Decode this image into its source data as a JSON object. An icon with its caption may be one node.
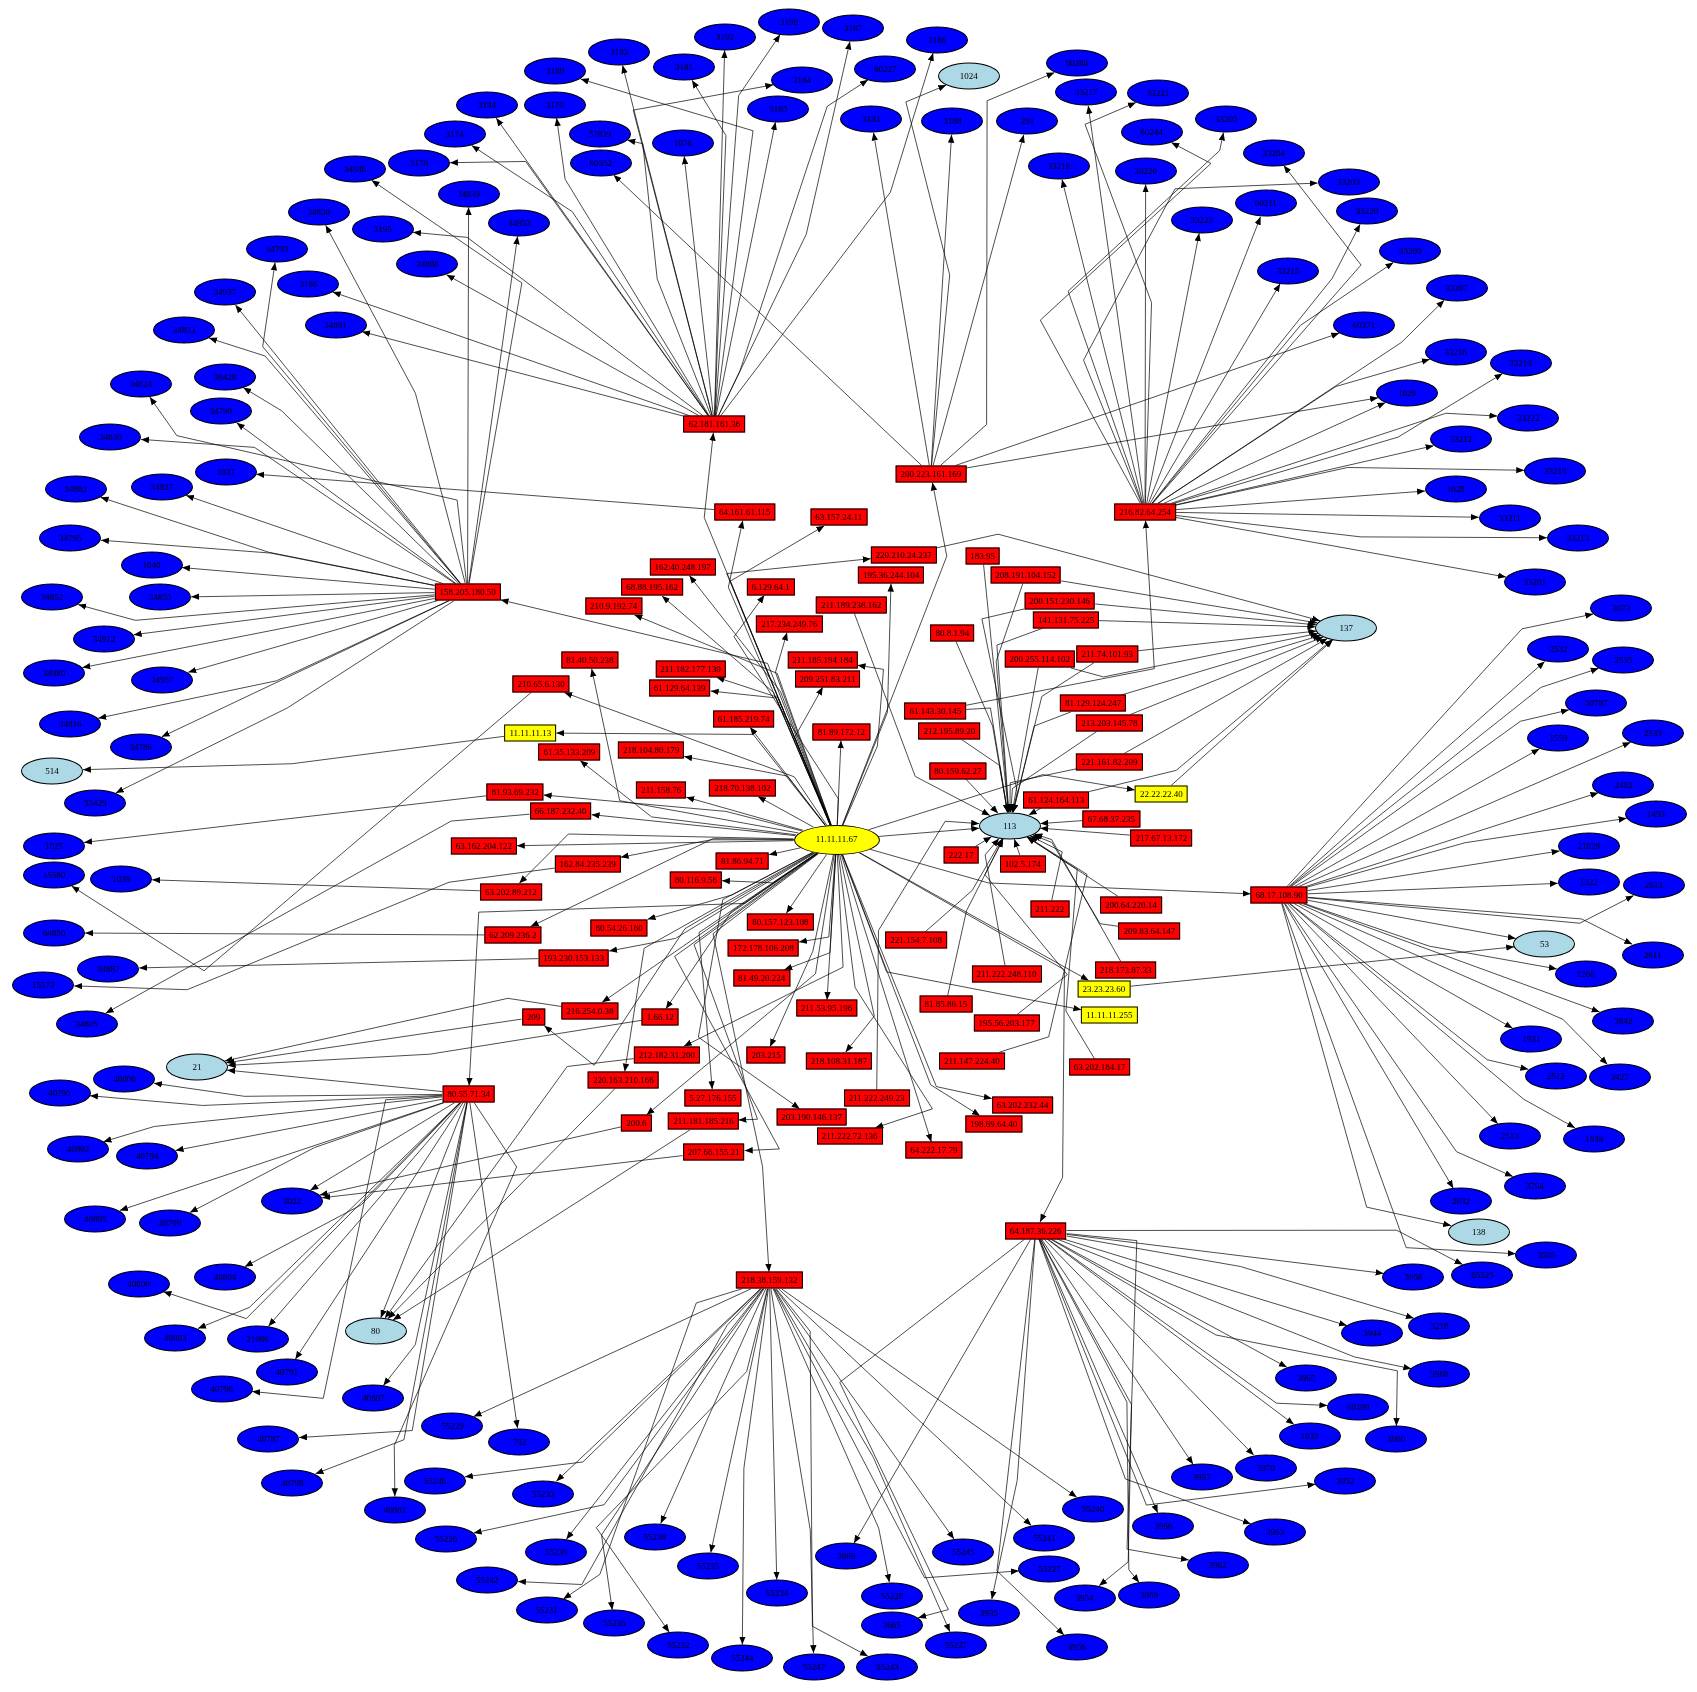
{
  "diagram": {
    "nodes": [
      {
        "text": [
          "11.11.11.67"
        ]
      },
      {
        "text": [
          "113"
        ]
      },
      {
        "text": [
          "137"
        ]
      },
      {
        "text": [
          "62.181.161.36"
        ]
      },
      {
        "text": [
          "200.223.161.169"
        ]
      },
      {
        "text": [
          "216.82.64.254"
        ]
      },
      {
        "text": [
          "64.161.61.115"
        ]
      },
      {
        "text": [
          "63.157.24.11"
        ]
      },
      {
        "text": [
          "162.40.248.197"
        ]
      },
      {
        "text": [
          "220.210.24.237"
        ]
      },
      {
        "text": [
          "183.95"
        ]
      },
      {
        "text": [
          "68.88.195.162"
        ]
      },
      {
        "text": [
          "6.129.64.1"
        ]
      },
      {
        "text": [
          "208.191.104.152"
        ]
      },
      {
        "text": [
          "158.205.180.50"
        ]
      },
      {
        "text": [
          "210.9.192.74"
        ]
      },
      {
        "text": [
          "195.36.244.104"
        ]
      },
      {
        "text": [
          "200.151.230.146"
        ]
      },
      {
        "text": [
          "211.189.238.162"
        ]
      },
      {
        "text": [
          "141.131.75.225"
        ]
      },
      {
        "text": [
          "217.234.249.76"
        ]
      },
      {
        "text": [
          "80.8.1.94"
        ]
      },
      {
        "text": [
          "211.182.177.130"
        ]
      },
      {
        "text": [
          "211.185.194.184"
        ]
      },
      {
        "text": [
          "81.40.50.238"
        ]
      },
      {
        "text": [
          "211.74.101.93"
        ]
      },
      {
        "text": [
          "200.255.114.102"
        ]
      },
      {
        "text": [
          "210.65.6.130"
        ]
      },
      {
        "text": [
          "61.129.64.139"
        ]
      },
      {
        "text": [
          "209.251.83.211"
        ]
      },
      {
        "text": [
          "61.143.30.145"
        ]
      },
      {
        "text": [
          "81.129.124.247"
        ]
      },
      {
        "text": [
          "212.195.89.20"
        ]
      },
      {
        "text": [
          "213.203.145.78"
        ]
      },
      {
        "text": [
          "61.185.219.74"
        ]
      },
      {
        "text": [
          "11.11.11.13"
        ]
      },
      {
        "text": [
          "218.104.80.179"
        ]
      },
      {
        "text": [
          "61.35.133.209"
        ]
      },
      {
        "text": [
          "81.89.172.12"
        ]
      },
      {
        "text": [
          "221.161.82.209"
        ]
      },
      {
        "text": [
          "80.159.62.27"
        ]
      },
      {
        "text": [
          "211.158.76"
        ]
      },
      {
        "text": [
          "218.70.138.102"
        ]
      },
      {
        "text": [
          "81.93.69.232"
        ]
      },
      {
        "text": [
          "61.124.164.113"
        ]
      },
      {
        "text": [
          "22.22.22.40"
        ]
      },
      {
        "text": [
          "66.187.232.40"
        ]
      },
      {
        "text": [
          "67.68.37.235"
        ]
      },
      {
        "text": [
          "217.67.13.172"
        ]
      },
      {
        "text": [
          "63.162.204.122"
        ]
      },
      {
        "text": [
          "162.84.235.239"
        ]
      },
      {
        "text": [
          "81.86.94.71"
        ]
      },
      {
        "text": [
          "80.116.9.56"
        ]
      },
      {
        "text": [
          "63.202.89.212"
        ]
      },
      {
        "text": [
          "222.17"
        ]
      },
      {
        "text": [
          "102.5.174"
        ]
      },
      {
        "text": [
          "68.17.108.90"
        ]
      },
      {
        "text": [
          "211.222"
        ]
      },
      {
        "text": [
          "200.64.220.14"
        ]
      },
      {
        "text": [
          "209.83.64.147"
        ]
      },
      {
        "text": [
          "62.209.236.2"
        ]
      },
      {
        "text": [
          "80.54.26.160"
        ]
      },
      {
        "text": [
          "80.157.123.108"
        ]
      },
      {
        "text": [
          "172.178.106.208"
        ]
      },
      {
        "text": [
          "221.154.7.108"
        ]
      },
      {
        "text": [
          "193.230.153.133"
        ]
      },
      {
        "text": [
          "218.173.87.33"
        ]
      },
      {
        "text": [
          "211.222.248.110"
        ]
      },
      {
        "text": [
          "23.23.23.60"
        ]
      },
      {
        "text": [
          "11.11.11.255"
        ]
      },
      {
        "text": [
          "81.49.20.224"
        ]
      },
      {
        "text": [
          "211.53.95.196"
        ]
      },
      {
        "text": [
          "81.85.86.15"
        ]
      },
      {
        "text": [
          "195.56.203.177"
        ]
      },
      {
        "text": [
          "216.254.0.38"
        ]
      },
      {
        "text": [
          "209"
        ]
      },
      {
        "text": [
          "1.66.12"
        ]
      },
      {
        "text": [
          "212.182.31.200"
        ]
      },
      {
        "text": [
          "203.215"
        ]
      },
      {
        "text": [
          "218.108.31.187"
        ]
      },
      {
        "text": [
          "211.147.224.40"
        ]
      },
      {
        "text": [
          "63.202.184.17"
        ]
      },
      {
        "text": [
          "80.55.71.34"
        ]
      },
      {
        "text": [
          "220.163.210.166"
        ]
      },
      {
        "text": [
          "5.27.176.155"
        ]
      },
      {
        "text": [
          "211.222.249.23"
        ]
      },
      {
        "text": [
          "63.202.232.44"
        ]
      },
      {
        "text": [
          "203.190.146.137"
        ]
      },
      {
        "text": [
          "211.181.185.216"
        ]
      },
      {
        "text": [
          "200.6"
        ]
      },
      {
        "text": [
          "198.69.64.40"
        ]
      },
      {
        "text": [
          "211.222.72.136"
        ]
      },
      {
        "text": [
          "207.66.155.21"
        ]
      },
      {
        "text": [
          "64.222.17.79"
        ]
      },
      {
        "text": [
          "64.187.36.226"
        ]
      },
      {
        "text": [
          "218.38.159.132"
        ]
      },
      {
        "text": [
          "1024"
        ]
      },
      {
        "text": [
          "514"
        ]
      },
      {
        "text": [
          "21"
        ]
      },
      {
        "text": [
          "80"
        ]
      },
      {
        "text": [
          "53"
        ]
      },
      {
        "text": [
          "138"
        ]
      },
      {
        "text": [
          "3190"
        ]
      },
      {
        "text": [
          "3187"
        ]
      },
      {
        "text": [
          "3192"
        ]
      },
      {
        "text": [
          "3183"
        ]
      },
      {
        "text": [
          "3181"
        ]
      },
      {
        "text": [
          "3189"
        ]
      },
      {
        "text": [
          "3184"
        ]
      },
      {
        "text": [
          "3170"
        ]
      },
      {
        "text": [
          "3194"
        ]
      },
      {
        "text": [
          "3185"
        ]
      },
      {
        "text": [
          "3181"
        ]
      },
      {
        "text": [
          "57839"
        ]
      },
      {
        "text": [
          "3174"
        ]
      },
      {
        "text": [
          "1076"
        ]
      },
      {
        "text": [
          "60352"
        ]
      },
      {
        "text": [
          "3176"
        ]
      },
      {
        "text": [
          "3195"
        ]
      },
      {
        "text": [
          "3186"
        ]
      },
      {
        "text": [
          "3188"
        ]
      },
      {
        "text": [
          "291"
        ]
      },
      {
        "text": [
          "60227"
        ]
      },
      {
        "text": [
          "3186"
        ]
      },
      {
        "text": [
          "60286"
        ]
      },
      {
        "text": [
          "34846"
        ]
      },
      {
        "text": [
          "34839"
        ]
      },
      {
        "text": [
          "34953"
        ]
      },
      {
        "text": [
          "34830"
        ]
      },
      {
        "text": [
          "34808"
        ]
      },
      {
        "text": [
          "34793"
        ]
      },
      {
        "text": [
          "34891"
        ]
      },
      {
        "text": [
          "34937"
        ]
      },
      {
        "text": [
          "34833"
        ]
      },
      {
        "text": [
          "38428"
        ]
      },
      {
        "text": [
          "34799"
        ]
      },
      {
        "text": [
          "34824"
        ]
      },
      {
        "text": [
          "34830"
        ]
      },
      {
        "text": [
          "1037"
        ]
      },
      {
        "text": [
          "34827"
        ]
      },
      {
        "text": [
          "34802"
        ]
      },
      {
        "text": [
          "34795"
        ]
      },
      {
        "text": [
          "1040"
        ]
      },
      {
        "text": [
          "34855"
        ]
      },
      {
        "text": [
          "34852"
        ]
      },
      {
        "text": [
          "34912"
        ]
      },
      {
        "text": [
          "34957"
        ]
      },
      {
        "text": [
          "34980"
        ]
      },
      {
        "text": [
          "34816"
        ]
      },
      {
        "text": [
          "34786"
        ]
      },
      {
        "text": [
          "55429"
        ]
      },
      {
        "text": [
          "1025"
        ]
      },
      {
        "text": [
          "15580"
        ]
      },
      {
        "text": [
          "1039"
        ]
      },
      {
        "text": [
          "64850"
        ]
      },
      {
        "text": [
          "34887"
        ]
      },
      {
        "text": [
          "15573"
        ]
      },
      {
        "text": [
          "34805"
        ]
      },
      {
        "text": [
          "40806"
        ]
      },
      {
        "text": [
          "40795"
        ]
      },
      {
        "text": [
          "40802"
        ]
      },
      {
        "text": [
          "40794"
        ]
      },
      {
        "text": [
          "40805"
        ]
      },
      {
        "text": [
          "40799"
        ]
      },
      {
        "text": [
          "3022"
        ]
      },
      {
        "text": [
          "40800"
        ]
      },
      {
        "text": [
          "40804"
        ]
      },
      {
        "text": [
          "40803"
        ]
      },
      {
        "text": [
          "21086"
        ]
      },
      {
        "text": [
          "40796"
        ]
      },
      {
        "text": [
          "40791"
        ]
      },
      {
        "text": [
          "40787"
        ]
      },
      {
        "text": [
          "40807"
        ]
      },
      {
        "text": [
          "40798"
        ]
      },
      {
        "text": [
          "40801"
        ]
      },
      {
        "text": [
          "792"
        ]
      },
      {
        "text": [
          "55229"
        ]
      },
      {
        "text": [
          "55246"
        ]
      },
      {
        "text": [
          "55233"
        ]
      },
      {
        "text": [
          "55226"
        ]
      },
      {
        "text": [
          "55239"
        ]
      },
      {
        "text": [
          "55238"
        ]
      },
      {
        "text": [
          "55242"
        ]
      },
      {
        "text": [
          "55235"
        ]
      },
      {
        "text": [
          "55231"
        ]
      },
      {
        "text": [
          "55236"
        ]
      },
      {
        "text": [
          "55232"
        ]
      },
      {
        "text": [
          "55244"
        ]
      },
      {
        "text": [
          "55234"
        ]
      },
      {
        "text": [
          "55247"
        ]
      },
      {
        "text": [
          "55243"
        ]
      },
      {
        "text": [
          "55228"
        ]
      },
      {
        "text": [
          "55237"
        ]
      },
      {
        "text": [
          "55245"
        ]
      },
      {
        "text": [
          "55227"
        ]
      },
      {
        "text": [
          "55241"
        ]
      },
      {
        "text": [
          "55240"
        ]
      },
      {
        "text": [
          "3669"
        ]
      },
      {
        "text": [
          "3665"
        ]
      },
      {
        "text": [
          "3935"
        ]
      },
      {
        "text": [
          "3956"
        ]
      },
      {
        "text": [
          "3954"
        ]
      },
      {
        "text": [
          "3959"
        ]
      },
      {
        "text": [
          "3966"
        ]
      },
      {
        "text": [
          "3962"
        ]
      },
      {
        "text": [
          "3957"
        ]
      },
      {
        "text": [
          "3963"
        ]
      },
      {
        "text": [
          "3970"
        ]
      },
      {
        "text": [
          "1033"
        ]
      },
      {
        "text": [
          "3952"
        ]
      },
      {
        "text": [
          "3960"
        ]
      },
      {
        "text": [
          "3965"
        ]
      },
      {
        "text": [
          "60109"
        ]
      },
      {
        "text": [
          "3968"
        ]
      },
      {
        "text": [
          "3944"
        ]
      },
      {
        "text": [
          "3218"
        ]
      },
      {
        "text": [
          "3956"
        ]
      },
      {
        "text": [
          "65525"
        ]
      },
      {
        "text": [
          "3505"
        ]
      },
      {
        "text": [
          "2032"
        ]
      },
      {
        "text": [
          "3794"
        ]
      },
      {
        "text": [
          "2513"
        ]
      },
      {
        "text": [
          "1938"
        ]
      },
      {
        "text": [
          "1931"
        ]
      },
      {
        "text": [
          "2512"
        ]
      },
      {
        "text": [
          "2427"
        ]
      },
      {
        "text": [
          "3842"
        ]
      },
      {
        "text": [
          "1266"
        ]
      },
      {
        "text": [
          "2611"
        ]
      },
      {
        "text": [
          "1322"
        ]
      },
      {
        "text": [
          "2613"
        ]
      },
      {
        "text": [
          "21028"
        ]
      },
      {
        "text": [
          "1459"
        ]
      },
      {
        "text": [
          "2492"
        ]
      },
      {
        "text": [
          "2533"
        ]
      },
      {
        "text": [
          "1559"
        ]
      },
      {
        "text": [
          "50787"
        ]
      },
      {
        "text": [
          "2535"
        ]
      },
      {
        "text": [
          "2532"
        ]
      },
      {
        "text": [
          "3073"
        ]
      },
      {
        "text": [
          "33201"
        ]
      },
      {
        "text": [
          "33213"
        ]
      },
      {
        "text": [
          "33211"
        ]
      },
      {
        "text": [
          "1028"
        ]
      },
      {
        "text": [
          "33219"
        ]
      },
      {
        "text": [
          "33212"
        ]
      },
      {
        "text": [
          "33222"
        ]
      },
      {
        "text": [
          "1029"
        ]
      },
      {
        "text": [
          "33216"
        ]
      },
      {
        "text": [
          "33210"
        ]
      },
      {
        "text": [
          "33207"
        ]
      },
      {
        "text": [
          "60371"
        ]
      },
      {
        "text": [
          "33209"
        ]
      },
      {
        "text": [
          "33215"
        ]
      },
      {
        "text": [
          "33220"
        ]
      },
      {
        "text": [
          "33223"
        ]
      },
      {
        "text": [
          "60211"
        ]
      },
      {
        "text": [
          "33203"
        ]
      },
      {
        "text": [
          "33204"
        ]
      },
      {
        "text": [
          "33205"
        ]
      },
      {
        "text": [
          "33221"
        ]
      },
      {
        "text": [
          "33217"
        ]
      },
      {
        "text": [
          "60244"
        ]
      },
      {
        "text": [
          "33218"
        ]
      },
      {
        "text": [
          "33220"
        ]
      }
    ],
    "edges": [
      {
        "from": 0,
        "to": 3,
        "arrow": "to"
      },
      {
        "from": 0,
        "to": 4,
        "arrow": "to"
      },
      {
        "from": 0,
        "to": 6,
        "arrow": "to"
      },
      {
        "from": 0,
        "to": 7,
        "arrow": "to"
      },
      {
        "from": 0,
        "to": 8,
        "arrow": "to"
      },
      {
        "from": 0,
        "to": 9,
        "arrow": "to"
      },
      {
        "from": 0,
        "to": 11,
        "arrow": "to"
      },
      {
        "from": 0,
        "to": 12,
        "arrow": "to"
      },
      {
        "from": 0,
        "to": 14,
        "arrow": "to"
      },
      {
        "from": 0,
        "to": 15,
        "arrow": "to"
      },
      {
        "from": 0,
        "to": 16,
        "arrow": "to"
      },
      {
        "from": 0,
        "to": 20,
        "arrow": "to"
      },
      {
        "from": 0,
        "to": 22,
        "arrow": "to"
      },
      {
        "from": 0,
        "to": 23,
        "arrow": "to"
      },
      {
        "from": 0,
        "to": 24,
        "arrow": "to"
      },
      {
        "from": 0,
        "to": 27,
        "arrow": "to"
      },
      {
        "from": 0,
        "to": 28,
        "arrow": "to"
      },
      {
        "from": 0,
        "to": 29,
        "arrow": "to"
      },
      {
        "from": 0,
        "to": 34,
        "arrow": "to"
      },
      {
        "from": 0,
        "to": 35,
        "arrow": "to"
      },
      {
        "from": 0,
        "to": 36,
        "arrow": "to"
      },
      {
        "from": 0,
        "to": 37,
        "arrow": "to"
      },
      {
        "from": 0,
        "to": 38,
        "arrow": "to"
      },
      {
        "from": 0,
        "to": 41,
        "arrow": "to"
      },
      {
        "from": 0,
        "to": 42,
        "arrow": "to"
      },
      {
        "from": 0,
        "to": 43,
        "arrow": "to"
      },
      {
        "from": 0,
        "to": 45,
        "arrow": "to"
      },
      {
        "from": 0,
        "to": 46,
        "arrow": "to"
      },
      {
        "from": 0,
        "to": 49,
        "arrow": "to"
      },
      {
        "from": 0,
        "to": 50,
        "arrow": "to"
      },
      {
        "from": 0,
        "to": 51,
        "arrow": "to"
      },
      {
        "from": 0,
        "to": 52,
        "arrow": "to"
      },
      {
        "from": 0,
        "to": 53,
        "arrow": "to"
      },
      {
        "from": 0,
        "to": 56,
        "arrow": "to"
      },
      {
        "from": 0,
        "to": 60,
        "arrow": "to"
      },
      {
        "from": 0,
        "to": 61,
        "arrow": "to"
      },
      {
        "from": 0,
        "to": 62,
        "arrow": "to"
      },
      {
        "from": 0,
        "to": 63,
        "arrow": "to"
      },
      {
        "from": 0,
        "to": 65,
        "arrow": "to"
      },
      {
        "from": 0,
        "to": 68,
        "arrow": "to"
      },
      {
        "from": 0,
        "to": 69,
        "arrow": "to"
      },
      {
        "from": 0,
        "to": 70,
        "arrow": "to"
      },
      {
        "from": 0,
        "to": 71,
        "arrow": "to"
      },
      {
        "from": 0,
        "to": 74,
        "arrow": "to"
      },
      {
        "from": 0,
        "to": 75,
        "arrow": "to"
      },
      {
        "from": 0,
        "to": 76,
        "arrow": "to"
      },
      {
        "from": 0,
        "to": 77,
        "arrow": "to"
      },
      {
        "from": 0,
        "to": 78,
        "arrow": "to"
      },
      {
        "from": 0,
        "to": 79,
        "arrow": "to"
      },
      {
        "from": 0,
        "to": 82,
        "arrow": "to"
      },
      {
        "from": 0,
        "to": 83,
        "arrow": "to"
      },
      {
        "from": 0,
        "to": 84,
        "arrow": "to"
      },
      {
        "from": 0,
        "to": 86,
        "arrow": "to"
      },
      {
        "from": 0,
        "to": 87,
        "arrow": "to"
      },
      {
        "from": 0,
        "to": 88,
        "arrow": "to"
      },
      {
        "from": 0,
        "to": 89,
        "arrow": "to"
      },
      {
        "from": 0,
        "to": 90,
        "arrow": "to"
      },
      {
        "from": 0,
        "to": 91,
        "arrow": "to"
      },
      {
        "from": 0,
        "to": 92,
        "arrow": "to"
      },
      {
        "from": 0,
        "to": 93,
        "arrow": "to"
      },
      {
        "from": 0,
        "to": 94,
        "arrow": "to"
      },
      {
        "from": 0,
        "to": 95,
        "arrow": "to"
      },
      {
        "from": 0,
        "to": 1,
        "arrow": "to"
      },
      {
        "from": 10,
        "to": 1,
        "arrow": "to"
      },
      {
        "from": 13,
        "to": 1,
        "arrow": "to"
      },
      {
        "from": 17,
        "to": 1,
        "arrow": "to"
      },
      {
        "from": 18,
        "to": 1,
        "arrow": "to"
      },
      {
        "from": 19,
        "to": 1,
        "arrow": "to"
      },
      {
        "from": 21,
        "to": 1,
        "arrow": "to"
      },
      {
        "from": 25,
        "to": 1,
        "arrow": "to"
      },
      {
        "from": 26,
        "to": 1,
        "arrow": "to"
      },
      {
        "from": 30,
        "to": 1,
        "arrow": "to"
      },
      {
        "from": 31,
        "to": 1,
        "arrow": "to"
      },
      {
        "from": 32,
        "to": 1,
        "arrow": "to"
      },
      {
        "from": 33,
        "to": 1,
        "arrow": "to"
      },
      {
        "from": 39,
        "to": 1,
        "arrow": "to"
      },
      {
        "from": 40,
        "to": 1,
        "arrow": "to"
      },
      {
        "from": 44,
        "to": 1,
        "arrow": "to"
      },
      {
        "from": 47,
        "to": 1,
        "arrow": "to"
      },
      {
        "from": 48,
        "to": 1,
        "arrow": "to"
      },
      {
        "from": 54,
        "to": 1,
        "arrow": "to"
      },
      {
        "from": 55,
        "to": 1,
        "arrow": "to"
      },
      {
        "from": 57,
        "to": 1,
        "arrow": "to"
      },
      {
        "from": 58,
        "to": 1,
        "arrow": "to"
      },
      {
        "from": 59,
        "to": 1,
        "arrow": "to"
      },
      {
        "from": 64,
        "to": 1,
        "arrow": "to"
      },
      {
        "from": 66,
        "to": 1,
        "arrow": "to"
      },
      {
        "from": 67,
        "to": 1,
        "arrow": "to"
      },
      {
        "from": 72,
        "to": 1,
        "arrow": "to"
      },
      {
        "from": 73,
        "to": 1,
        "arrow": "to"
      },
      {
        "from": 80,
        "to": 1,
        "arrow": "to"
      },
      {
        "from": 81,
        "to": 1,
        "arrow": "to"
      },
      {
        "from": 85,
        "to": 1,
        "arrow": "to"
      },
      {
        "from": 9,
        "to": 2,
        "arrow": "to"
      },
      {
        "from": 13,
        "to": 2,
        "arrow": "to"
      },
      {
        "from": 17,
        "to": 2,
        "arrow": "to"
      },
      {
        "from": 19,
        "to": 2,
        "arrow": "to"
      },
      {
        "from": 25,
        "to": 2,
        "arrow": "to"
      },
      {
        "from": 26,
        "to": 2,
        "arrow": "to"
      },
      {
        "from": 31,
        "to": 2,
        "arrow": "to"
      },
      {
        "from": 33,
        "to": 2,
        "arrow": "to"
      },
      {
        "from": 39,
        "to": 2,
        "arrow": "to"
      },
      {
        "from": 44,
        "to": 2,
        "arrow": "to"
      },
      {
        "from": 45,
        "to": 2,
        "arrow": "to"
      },
      {
        "from": 30,
        "to": 5,
        "arrow": "to"
      },
      {
        "from": 3,
        "to": 102,
        "arrow": "to"
      },
      {
        "from": 3,
        "to": 103,
        "arrow": "to"
      },
      {
        "from": 3,
        "to": 104,
        "arrow": "to"
      },
      {
        "from": 3,
        "to": 105,
        "arrow": "to"
      },
      {
        "from": 3,
        "to": 106,
        "arrow": "to"
      },
      {
        "from": 3,
        "to": 107,
        "arrow": "to"
      },
      {
        "from": 3,
        "to": 108,
        "arrow": "to"
      },
      {
        "from": 3,
        "to": 109,
        "arrow": "to"
      },
      {
        "from": 3,
        "to": 110,
        "arrow": "to"
      },
      {
        "from": 3,
        "to": 111,
        "arrow": "to"
      },
      {
        "from": 3,
        "to": 113,
        "arrow": "to"
      },
      {
        "from": 3,
        "to": 114,
        "arrow": "to"
      },
      {
        "from": 3,
        "to": 115,
        "arrow": "to"
      },
      {
        "from": 3,
        "to": 117,
        "arrow": "to"
      },
      {
        "from": 3,
        "to": 118,
        "arrow": "to"
      },
      {
        "from": 3,
        "to": 119,
        "arrow": "to"
      },
      {
        "from": 3,
        "to": 122,
        "arrow": "to"
      },
      {
        "from": 3,
        "to": 123,
        "arrow": "to"
      },
      {
        "from": 3,
        "to": 129,
        "arrow": "to"
      },
      {
        "from": 3,
        "to": 131,
        "arrow": "to"
      },
      {
        "from": 4,
        "to": 112,
        "arrow": "to"
      },
      {
        "from": 4,
        "to": 96,
        "arrow": "to"
      },
      {
        "from": 4,
        "to": 120,
        "arrow": "to"
      },
      {
        "from": 4,
        "to": 121,
        "arrow": "to"
      },
      {
        "from": 4,
        "to": 124,
        "arrow": "to"
      },
      {
        "from": 4,
        "to": 116,
        "arrow": "to"
      },
      {
        "from": 4,
        "to": 251,
        "arrow": "to"
      },
      {
        "from": 4,
        "to": 247,
        "arrow": "to"
      },
      {
        "from": 5,
        "to": 240,
        "arrow": "to"
      },
      {
        "from": 5,
        "to": 241,
        "arrow": "to"
      },
      {
        "from": 5,
        "to": 242,
        "arrow": "to"
      },
      {
        "from": 5,
        "to": 243,
        "arrow": "to"
      },
      {
        "from": 5,
        "to": 244,
        "arrow": "to"
      },
      {
        "from": 5,
        "to": 245,
        "arrow": "to"
      },
      {
        "from": 5,
        "to": 246,
        "arrow": "to"
      },
      {
        "from": 5,
        "to": 247,
        "arrow": "to"
      },
      {
        "from": 5,
        "to": 248,
        "arrow": "to"
      },
      {
        "from": 5,
        "to": 249,
        "arrow": "to"
      },
      {
        "from": 5,
        "to": 250,
        "arrow": "to"
      },
      {
        "from": 5,
        "to": 252,
        "arrow": "to"
      },
      {
        "from": 5,
        "to": 253,
        "arrow": "to"
      },
      {
        "from": 5,
        "to": 254,
        "arrow": "to"
      },
      {
        "from": 5,
        "to": 255,
        "arrow": "to"
      },
      {
        "from": 5,
        "to": 256,
        "arrow": "to"
      },
      {
        "from": 5,
        "to": 257,
        "arrow": "to"
      },
      {
        "from": 5,
        "to": 258,
        "arrow": "to"
      },
      {
        "from": 5,
        "to": 259,
        "arrow": "to"
      },
      {
        "from": 5,
        "to": 260,
        "arrow": "to"
      },
      {
        "from": 5,
        "to": 261,
        "arrow": "to"
      },
      {
        "from": 5,
        "to": 262,
        "arrow": "to"
      },
      {
        "from": 5,
        "to": 263,
        "arrow": "to"
      },
      {
        "from": 5,
        "to": 264,
        "arrow": "to"
      },
      {
        "from": 6,
        "to": 138,
        "arrow": "to"
      },
      {
        "from": 14,
        "to": 125,
        "arrow": "to"
      },
      {
        "from": 14,
        "to": 126,
        "arrow": "to"
      },
      {
        "from": 14,
        "to": 127,
        "arrow": "to"
      },
      {
        "from": 14,
        "to": 128,
        "arrow": "to"
      },
      {
        "from": 14,
        "to": 130,
        "arrow": "to"
      },
      {
        "from": 14,
        "to": 132,
        "arrow": "to"
      },
      {
        "from": 14,
        "to": 133,
        "arrow": "to"
      },
      {
        "from": 14,
        "to": 134,
        "arrow": "to"
      },
      {
        "from": 14,
        "to": 135,
        "arrow": "to"
      },
      {
        "from": 14,
        "to": 136,
        "arrow": "to"
      },
      {
        "from": 14,
        "to": 137,
        "arrow": "to"
      },
      {
        "from": 14,
        "to": 139,
        "arrow": "to"
      },
      {
        "from": 14,
        "to": 140,
        "arrow": "to"
      },
      {
        "from": 14,
        "to": 141,
        "arrow": "to"
      },
      {
        "from": 14,
        "to": 142,
        "arrow": "to"
      },
      {
        "from": 14,
        "to": 143,
        "arrow": "to"
      },
      {
        "from": 14,
        "to": 144,
        "arrow": "to"
      },
      {
        "from": 14,
        "to": 145,
        "arrow": "to"
      },
      {
        "from": 14,
        "to": 146,
        "arrow": "to"
      },
      {
        "from": 14,
        "to": 147,
        "arrow": "to"
      },
      {
        "from": 14,
        "to": 148,
        "arrow": "to"
      },
      {
        "from": 14,
        "to": 149,
        "arrow": "to"
      },
      {
        "from": 14,
        "to": 150,
        "arrow": "to"
      },
      {
        "from": 35,
        "to": 97,
        "arrow": "to"
      },
      {
        "from": 43,
        "to": 151,
        "arrow": "to"
      },
      {
        "from": 27,
        "to": 152,
        "arrow": "to"
      },
      {
        "from": 53,
        "to": 153,
        "arrow": "to"
      },
      {
        "from": 60,
        "to": 154,
        "arrow": "to"
      },
      {
        "from": 65,
        "to": 155,
        "arrow": "to"
      },
      {
        "from": 50,
        "to": 156,
        "arrow": "to"
      },
      {
        "from": 46,
        "to": 157,
        "arrow": "to"
      },
      {
        "from": 82,
        "to": 158,
        "arrow": "to"
      },
      {
        "from": 82,
        "to": 159,
        "arrow": "to"
      },
      {
        "from": 82,
        "to": 160,
        "arrow": "to"
      },
      {
        "from": 82,
        "to": 161,
        "arrow": "to"
      },
      {
        "from": 82,
        "to": 162,
        "arrow": "to"
      },
      {
        "from": 82,
        "to": 163,
        "arrow": "to"
      },
      {
        "from": 82,
        "to": 164,
        "arrow": "to"
      },
      {
        "from": 82,
        "to": 165,
        "arrow": "to"
      },
      {
        "from": 82,
        "to": 166,
        "arrow": "to"
      },
      {
        "from": 82,
        "to": 167,
        "arrow": "to"
      },
      {
        "from": 82,
        "to": 168,
        "arrow": "to"
      },
      {
        "from": 82,
        "to": 169,
        "arrow": "to"
      },
      {
        "from": 82,
        "to": 170,
        "arrow": "to"
      },
      {
        "from": 82,
        "to": 171,
        "arrow": "to"
      },
      {
        "from": 82,
        "to": 172,
        "arrow": "to"
      },
      {
        "from": 82,
        "to": 173,
        "arrow": "to"
      },
      {
        "from": 82,
        "to": 174,
        "arrow": "to"
      },
      {
        "from": 82,
        "to": 175,
        "arrow": "to"
      },
      {
        "from": 82,
        "to": 98,
        "arrow": "to"
      },
      {
        "from": 82,
        "to": 99,
        "arrow": "to"
      },
      {
        "from": 74,
        "to": 98,
        "arrow": "to"
      },
      {
        "from": 75,
        "to": 98,
        "arrow": "to"
      },
      {
        "from": 76,
        "to": 98,
        "arrow": "to"
      },
      {
        "from": 77,
        "to": 99,
        "arrow": "to"
      },
      {
        "from": 83,
        "to": 99,
        "arrow": "to"
      },
      {
        "from": 88,
        "to": 99,
        "arrow": "to"
      },
      {
        "from": 89,
        "to": 164,
        "arrow": "to"
      },
      {
        "from": 92,
        "to": 164,
        "arrow": "to"
      },
      {
        "from": 95,
        "to": 176,
        "arrow": "to"
      },
      {
        "from": 95,
        "to": 177,
        "arrow": "to"
      },
      {
        "from": 95,
        "to": 178,
        "arrow": "to"
      },
      {
        "from": 95,
        "to": 179,
        "arrow": "to"
      },
      {
        "from": 95,
        "to": 180,
        "arrow": "to"
      },
      {
        "from": 95,
        "to": 181,
        "arrow": "to"
      },
      {
        "from": 95,
        "to": 182,
        "arrow": "to"
      },
      {
        "from": 95,
        "to": 183,
        "arrow": "to"
      },
      {
        "from": 95,
        "to": 184,
        "arrow": "to"
      },
      {
        "from": 95,
        "to": 185,
        "arrow": "to"
      },
      {
        "from": 95,
        "to": 186,
        "arrow": "to"
      },
      {
        "from": 95,
        "to": 187,
        "arrow": "to"
      },
      {
        "from": 95,
        "to": 188,
        "arrow": "to"
      },
      {
        "from": 95,
        "to": 189,
        "arrow": "to"
      },
      {
        "from": 95,
        "to": 190,
        "arrow": "to"
      },
      {
        "from": 95,
        "to": 191,
        "arrow": "to"
      },
      {
        "from": 95,
        "to": 192,
        "arrow": "to"
      },
      {
        "from": 95,
        "to": 193,
        "arrow": "to"
      },
      {
        "from": 95,
        "to": 194,
        "arrow": "to"
      },
      {
        "from": 95,
        "to": 195,
        "arrow": "to"
      },
      {
        "from": 95,
        "to": 196,
        "arrow": "to"
      },
      {
        "from": 94,
        "to": 197,
        "arrow": "to"
      },
      {
        "from": 94,
        "to": 198,
        "arrow": "to"
      },
      {
        "from": 94,
        "to": 199,
        "arrow": "to"
      },
      {
        "from": 94,
        "to": 200,
        "arrow": "to"
      },
      {
        "from": 94,
        "to": 201,
        "arrow": "to"
      },
      {
        "from": 94,
        "to": 202,
        "arrow": "to"
      },
      {
        "from": 94,
        "to": 203,
        "arrow": "to"
      },
      {
        "from": 94,
        "to": 204,
        "arrow": "to"
      },
      {
        "from": 94,
        "to": 205,
        "arrow": "to"
      },
      {
        "from": 94,
        "to": 206,
        "arrow": "to"
      },
      {
        "from": 94,
        "to": 207,
        "arrow": "to"
      },
      {
        "from": 94,
        "to": 208,
        "arrow": "to"
      },
      {
        "from": 94,
        "to": 209,
        "arrow": "to"
      },
      {
        "from": 94,
        "to": 210,
        "arrow": "to"
      },
      {
        "from": 94,
        "to": 211,
        "arrow": "to"
      },
      {
        "from": 94,
        "to": 212,
        "arrow": "to"
      },
      {
        "from": 94,
        "to": 213,
        "arrow": "to"
      },
      {
        "from": 94,
        "to": 214,
        "arrow": "to"
      },
      {
        "from": 94,
        "to": 215,
        "arrow": "to"
      },
      {
        "from": 94,
        "to": 216,
        "arrow": "to"
      },
      {
        "from": 94,
        "to": 217,
        "arrow": "to"
      },
      {
        "from": 56,
        "to": 218,
        "arrow": "to"
      },
      {
        "from": 56,
        "to": 219,
        "arrow": "to"
      },
      {
        "from": 56,
        "to": 220,
        "arrow": "to"
      },
      {
        "from": 56,
        "to": 221,
        "arrow": "to"
      },
      {
        "from": 56,
        "to": 222,
        "arrow": "to"
      },
      {
        "from": 56,
        "to": 223,
        "arrow": "to"
      },
      {
        "from": 56,
        "to": 224,
        "arrow": "to"
      },
      {
        "from": 56,
        "to": 225,
        "arrow": "to"
      },
      {
        "from": 56,
        "to": 226,
        "arrow": "to"
      },
      {
        "from": 56,
        "to": 227,
        "arrow": "to"
      },
      {
        "from": 56,
        "to": 228,
        "arrow": "to"
      },
      {
        "from": 56,
        "to": 229,
        "arrow": "to"
      },
      {
        "from": 56,
        "to": 230,
        "arrow": "to"
      },
      {
        "from": 56,
        "to": 231,
        "arrow": "to"
      },
      {
        "from": 56,
        "to": 232,
        "arrow": "to"
      },
      {
        "from": 56,
        "to": 233,
        "arrow": "to"
      },
      {
        "from": 56,
        "to": 234,
        "arrow": "to"
      },
      {
        "from": 56,
        "to": 235,
        "arrow": "to"
      },
      {
        "from": 56,
        "to": 236,
        "arrow": "to"
      },
      {
        "from": 56,
        "to": 237,
        "arrow": "to"
      },
      {
        "from": 56,
        "to": 238,
        "arrow": "to"
      },
      {
        "from": 56,
        "to": 239,
        "arrow": "to"
      },
      {
        "from": 56,
        "to": 100,
        "arrow": "to"
      },
      {
        "from": 56,
        "to": 101,
        "arrow": "to"
      },
      {
        "from": 68,
        "to": 100,
        "arrow": "to"
      }
    ]
  }
}
